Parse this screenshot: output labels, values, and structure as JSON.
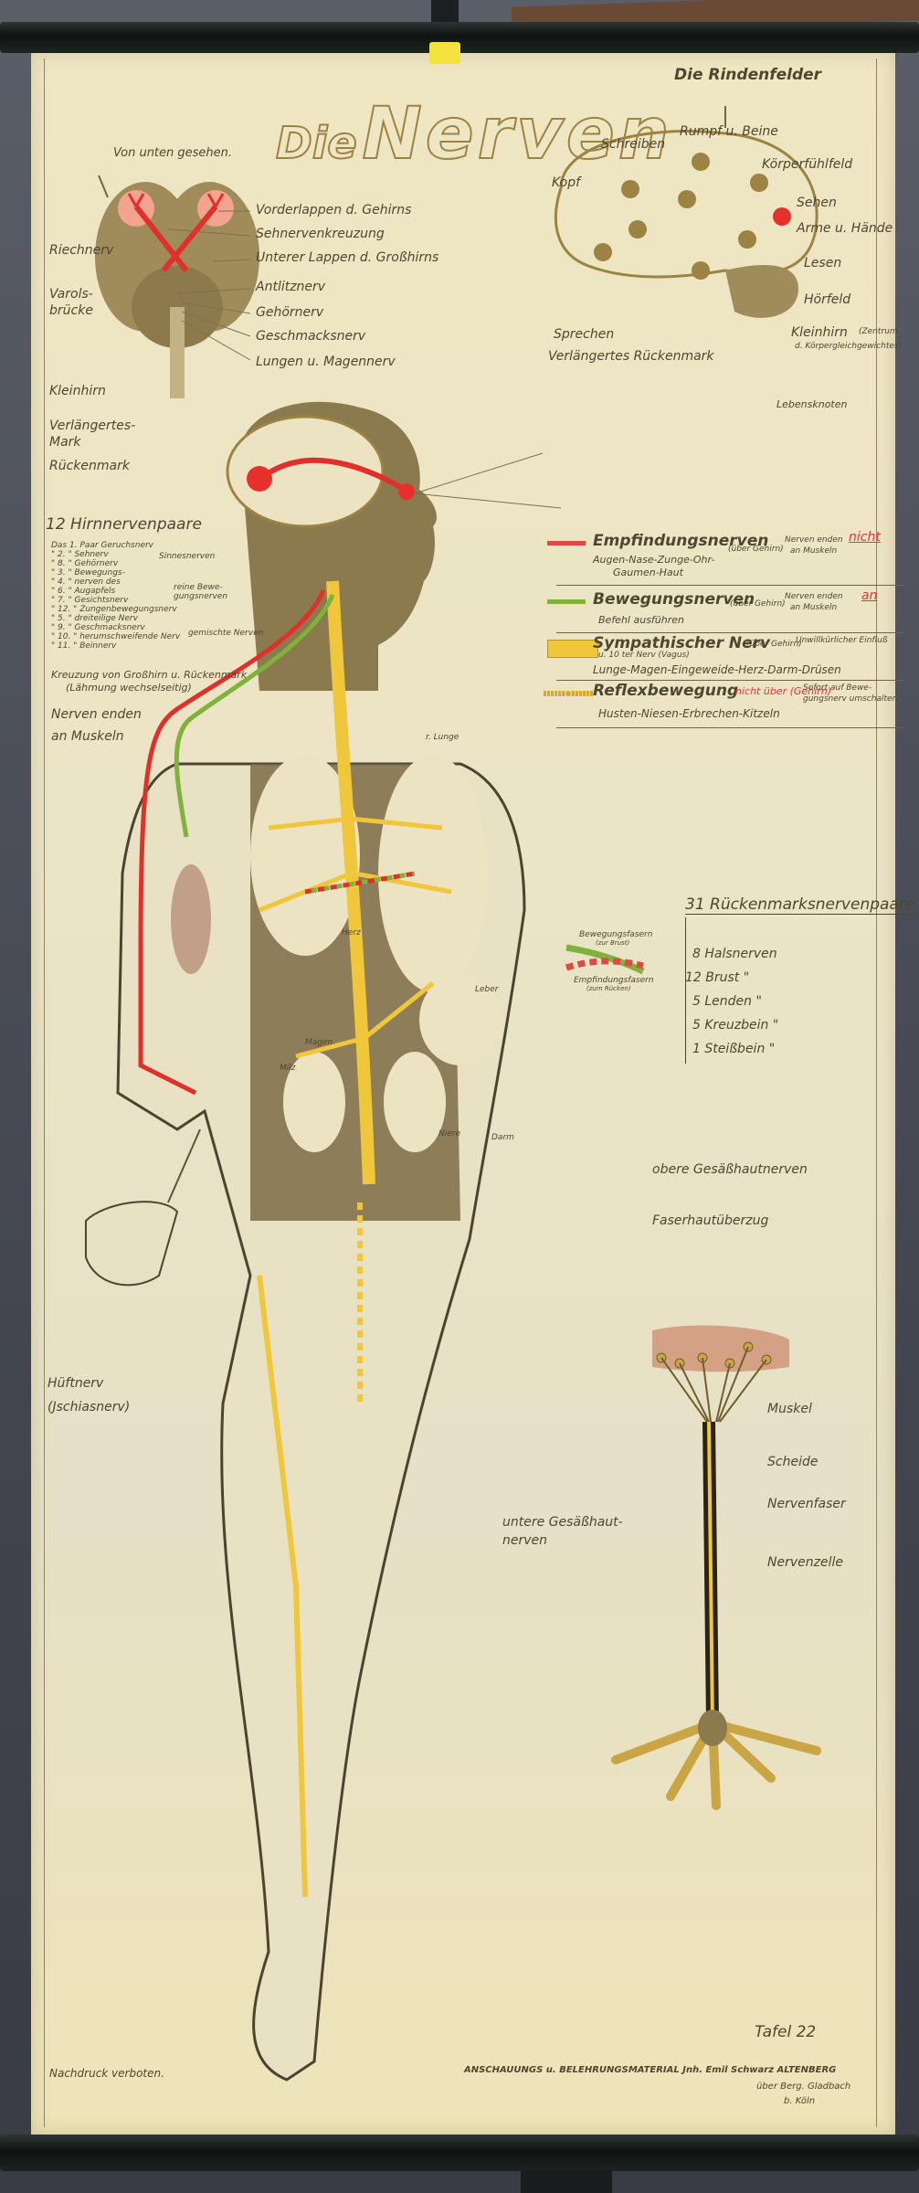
{
  "poster": {
    "title_prefix": "Die",
    "title_main": "Nerven",
    "plate": "Tafel 22",
    "footer_left": "Nachdruck verboten.",
    "publisher": "ANSCHAUUNGS u. BELEHRUNGSMATERIAL  Jnh. Emil Schwarz  ALTENBERG",
    "publisher_addr1": "über Berg. Gladbach",
    "publisher_addr2": "b. Köln"
  },
  "brain_bottom": {
    "caption": "Von unten gesehen.",
    "labels_right": [
      "Vorderlappen d. Gehirns",
      "Sehnervenkreuzung",
      "Unterer Lappen d. Großhirns",
      "Antlitznerv",
      "Gehörnerv",
      "Geschmacksnerv",
      "Lungen u. Magennerv"
    ],
    "labels_left": [
      "Riechnerv",
      "Varols-",
      "brücke",
      "Kleinhirn",
      "Verlängertes-",
      "Mark",
      "Rückenmark"
    ]
  },
  "cortex": {
    "title": "Die Rindenfelder",
    "labels": {
      "rumpf": "Rumpf u. Beine",
      "schreiben": "Schreiben",
      "koerper": "Körperfühlfeld",
      "kopf": "Kopf",
      "sehen": "Sehen",
      "arme": "Arme u. Hände",
      "lesen": "Lesen",
      "hoerfeld": "Hörfeld",
      "sprechen": "Sprechen",
      "kleinhirn": "Kleinhirn",
      "kleinhirn_note1": "(Zentrum",
      "kleinhirn_note2": "d. Körpergleichgewichtes)",
      "verlaengert": "Verlängertes Rückenmark",
      "lebensknoten": "Lebensknoten"
    }
  },
  "cranial": {
    "title": "12 Hirnnervenpaare",
    "rows": [
      {
        "num": "Das 1. Paar",
        "name": "Geruchsnerv"
      },
      {
        "num": "\" 2.  \"",
        "name": "Sehnerv"
      },
      {
        "num": "\" 8.  \"",
        "name": "Gehörnerv"
      },
      {
        "num": "\" 3.  \"",
        "name": "Bewegungs-"
      },
      {
        "num": "\" 4.  \"",
        "name": "nerven des"
      },
      {
        "num": "\" 6.  \"",
        "name": "Augapfels"
      },
      {
        "num": "\" 7.  \"",
        "name": "Gesichtsnerv"
      },
      {
        "num": "\" 12. \"",
        "name": "Zungenbewegungsnerv"
      },
      {
        "num": "\" 5.  \"",
        "name": "dreiteilige Nerv"
      },
      {
        "num": "\" 9.  \"",
        "name": "Geschmacksnerv"
      },
      {
        "num": "\" 10. \"",
        "name": "herumschweifende Nerv"
      },
      {
        "num": "\" 11. \"",
        "name": "Beinnerv"
      }
    ],
    "group1": "Sinnesnerven",
    "group2a": "reine Bewe-",
    "group2b": "gungsnerven",
    "group3": "gemischte Nerven"
  },
  "left_labels": {
    "kreuzung1": "Kreuzung von Großhirn u. Rückenmark",
    "kreuzung2": "(Lähmung wechselseitig)",
    "muskel1": "Nerven enden",
    "muskel2": "an Muskeln"
  },
  "legend": [
    {
      "name": "Empfindungsnerven",
      "sub": "Augen-Nase-Zunge-Ohr-",
      "sub2": "Gaumen-Haut",
      "via": "(über Gehirn)",
      "note": "Nerven enden",
      "note2": "an Muskeln",
      "flag": "nicht",
      "color": "#e04a44"
    },
    {
      "name": "Bewegungsnerven",
      "sub": "Befehl ausführen",
      "sub2": "",
      "via": "(über Gehirn)",
      "note": "Nerven enden",
      "note2": "an Muskeln",
      "flag": "an",
      "color": "#7fb23a"
    },
    {
      "name": "Sympathischer Nerv",
      "sub": "u. 10 ter Nerv (Vagus)",
      "sub2": "Lunge-Magen-Eingeweide-Herz-Darm-Drüsen",
      "via": "(über Gehirn)",
      "note": "Unwillkürlicher Einfluß",
      "note2": "",
      "flag": "",
      "color": "#f0c63a"
    },
    {
      "name": "Reflexbewegung",
      "sub": "Husten-Niesen-Erbrechen-Kitzeln",
      "sub2": "",
      "via": "nicht über (Gehirn)",
      "note": "Sofort auf Bewe-",
      "note2": "gungsnerv umschalten",
      "flag": "",
      "color": "#d9a92c"
    }
  ],
  "spinal": {
    "title": "31 Rückenmarksnervenpaare",
    "fiber_motor": "Bewegungsfasern",
    "fiber_motor_sub": "(zur Brust)",
    "fiber_sensory": "Empfindungsfasern",
    "fiber_sensory_sub": "(zum Rücken)",
    "rows": [
      "8 Halsnerven",
      "12 Brust  \"",
      "5 Lenden  \"",
      "5 Kreuzbein \"",
      "1 Steißbein \""
    ]
  },
  "organs": {
    "lunge": "r. Lunge",
    "herz": "Herz",
    "leber": "Leber",
    "magen": "Magen",
    "milz": "Milz",
    "niere": "Niere",
    "darm": "Darm"
  },
  "lower_labels": {
    "obere": "obere Gesäßhautnerven",
    "faser": "Faserhautüberzug",
    "hueft1": "Hüftnerv",
    "hueft2": "(Jschiasnerv)",
    "untere1": "untere Gesäßhaut-",
    "untere2": "nerven"
  },
  "neuron": {
    "muskel": "Muskel",
    "scheide": "Scheide",
    "faser": "Nervenfaser",
    "zelle": "Nervenzelle"
  },
  "colors": {
    "sensory": "#e04a44",
    "motor": "#7fb23a",
    "sympathetic": "#f0c63a",
    "ink": "#4e4630",
    "body": "#7d6c46"
  }
}
